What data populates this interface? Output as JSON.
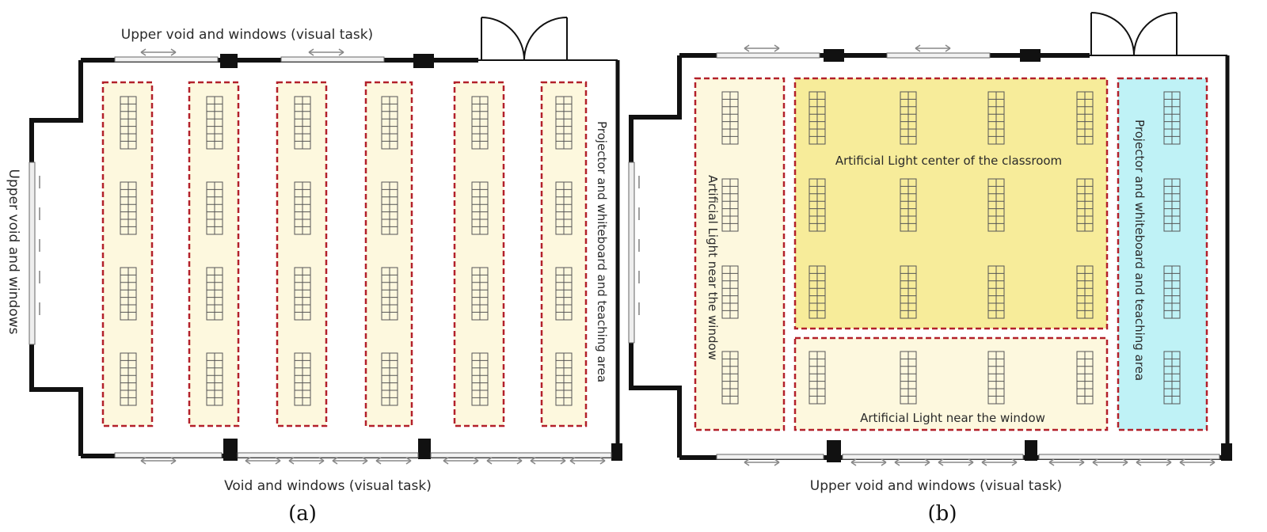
{
  "panel_a": {
    "caption": "(a)",
    "label_top": "Upper void and windows (visual task)",
    "label_left": "Upper void and windows",
    "label_right": "Projector and whiteboard and teaching area",
    "label_bottom": "Void and windows (visual task)",
    "zones": [
      "zone-1",
      "zone-2",
      "zone-3",
      "zone-4",
      "zone-5",
      "zone-6"
    ],
    "zone_fill": "#fdf8de",
    "zone_border": "#b3202a"
  },
  "panel_b": {
    "caption": "(b)",
    "label_bottom": "Upper void and windows (visual task)",
    "zone_left_label": "Artificial Light near the window",
    "zone_center_label": "Artificial Light center of the classroom",
    "zone_lower_label": "Artificial Light near the window",
    "zone_right_label": "Projector and whiteboard and teaching area",
    "colors": {
      "near_window": "#fdf8de",
      "center": "#f7ec9a",
      "teaching": "#bff2f6",
      "border": "#b3202a"
    }
  }
}
